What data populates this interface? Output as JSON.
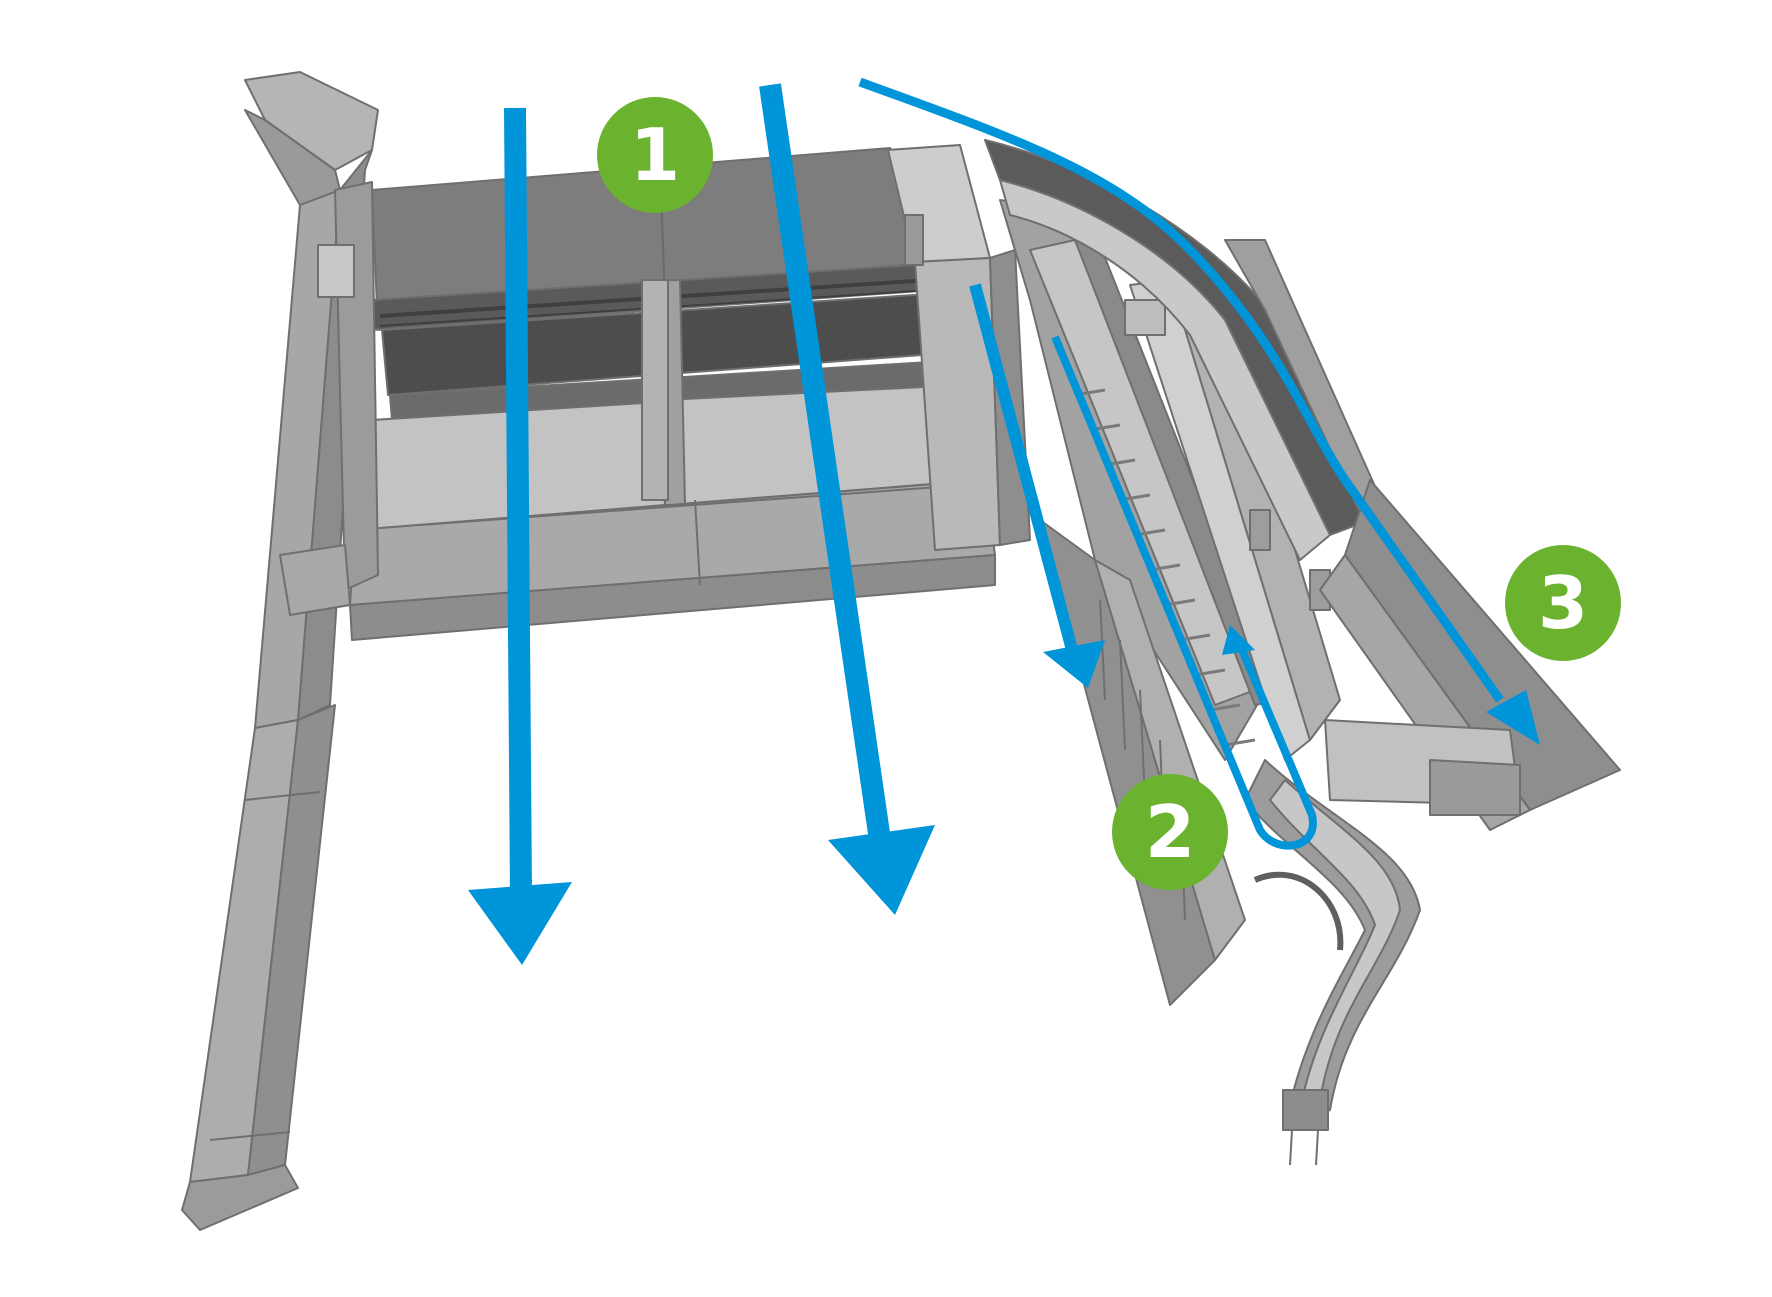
{
  "diagram": {
    "markers": [
      {
        "id": "1",
        "label": "1"
      },
      {
        "id": "2",
        "label": "2"
      },
      {
        "id": "3",
        "label": "3"
      }
    ],
    "colors": {
      "background": "#ffffff",
      "flow_arrow": "#0095d9",
      "marker_fill": "#6bb22e",
      "marker_text": "#ffffff",
      "concrete_light": "#c3c3c3",
      "concrete_mid": "#a9a9a9",
      "concrete_dark": "#7d7d7d",
      "water_dark": "#5b5b5b",
      "outline": "#6f6f6f"
    }
  }
}
